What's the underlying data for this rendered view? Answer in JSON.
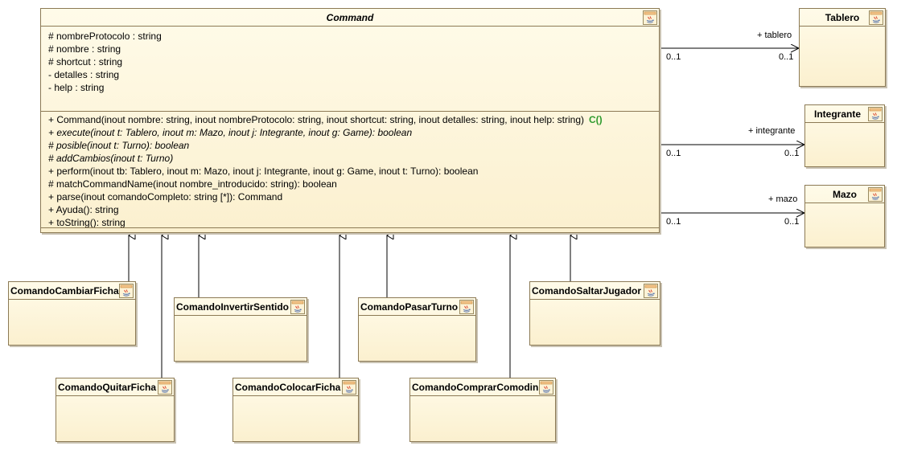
{
  "command": {
    "name": "Command",
    "attributes": [
      "# nombreProtocolo : string",
      "# nombre : string",
      "# shortcut : string",
      "- detalles : string",
      "- help : string"
    ],
    "constructor": {
      "signature": "+ Command(inout nombre: string, inout nombreProtocolo: string, inout shortcut: string, inout detalles: string, inout help: string)",
      "marker": "C()"
    },
    "operations": [
      {
        "text": "+ execute(inout t: Tablero, inout m: Mazo, inout j: Integrante, inout g: Game): boolean",
        "abstract": true
      },
      {
        "text": "# posible(inout t: Turno): boolean",
        "abstract": true
      },
      {
        "text": "# addCambios(inout t: Turno)",
        "abstract": true
      },
      {
        "text": "+ perform(inout tb: Tablero, inout m: Mazo, inout j: Integrante, inout g: Game, inout t: Turno): boolean",
        "abstract": false
      },
      {
        "text": "# matchCommandName(inout nombre_introducido: string): boolean",
        "abstract": false
      },
      {
        "text": "+ parse(inout comandoCompleto: string [*]): Command",
        "abstract": false
      },
      {
        "text": "+ Ayuda(): string",
        "abstract": false
      },
      {
        "text": "+ toString(): string",
        "abstract": false
      }
    ]
  },
  "associations": [
    {
      "target": "Tablero",
      "role": "+ tablero",
      "source_mult": "0..1",
      "target_mult": "0..1"
    },
    {
      "target": "Integrante",
      "role": "+ integrante",
      "source_mult": "0..1",
      "target_mult": "0..1"
    },
    {
      "target": "Mazo",
      "role": "+ mazo",
      "source_mult": "0..1",
      "target_mult": "0..1"
    }
  ],
  "subclasses": [
    "ComandoCambiarFicha",
    "ComandoQuitarFicha",
    "ComandoInvertirSentido",
    "ComandoColocarFicha",
    "ComandoPasarTurno",
    "ComandoComprarComodin",
    "ComandoSaltarJugador"
  ],
  "icon": "java-class-icon"
}
